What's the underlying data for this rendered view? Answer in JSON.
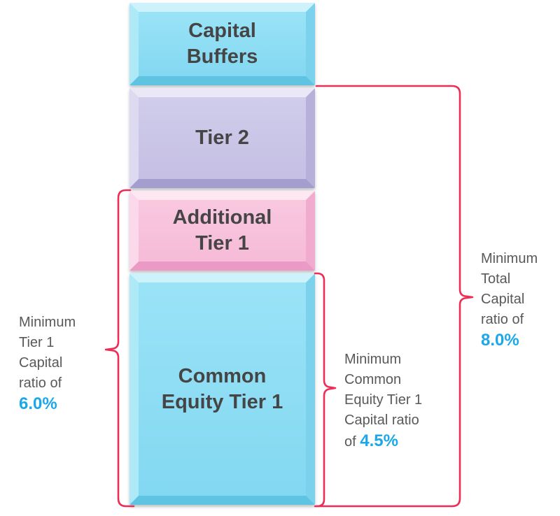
{
  "blocks": [
    {
      "name": "capital-buffers",
      "lines": [
        "Capital",
        "Buffers"
      ],
      "fill": "#8ddef5"
    },
    {
      "name": "tier-2",
      "lines": [
        "Tier 2"
      ],
      "fill": "#cbc7e8"
    },
    {
      "name": "additional-tier-1",
      "lines": [
        "Additional",
        "Tier 1"
      ],
      "fill": "#f8c3dd"
    },
    {
      "name": "common-equity-tier-1",
      "lines": [
        "Common",
        "Equity Tier 1"
      ],
      "fill": "#8ddef5"
    }
  ],
  "annotations": {
    "tier1": {
      "lines": [
        "Minimum",
        "Tier 1",
        "Capital",
        "ratio of"
      ],
      "value": "6.0%"
    },
    "cet1": {
      "lines": [
        "Minimum",
        "Common",
        "Equity Tier 1",
        "Capital ratio"
      ],
      "value_prefix": "of ",
      "value": "4.5%"
    },
    "total": {
      "lines": [
        "Minimum",
        "Total",
        "Capital",
        "ratio of"
      ],
      "value": "8.0%"
    }
  },
  "colors": {
    "brace_red": "#ee2d56",
    "value_blue": "#1ba7e8",
    "annotation_gray": "#595959",
    "block_label_gray": "#454545",
    "cyan_block": "#8ddef5",
    "lavender_block": "#cbc7e8",
    "pink_block": "#f8c3dd"
  }
}
